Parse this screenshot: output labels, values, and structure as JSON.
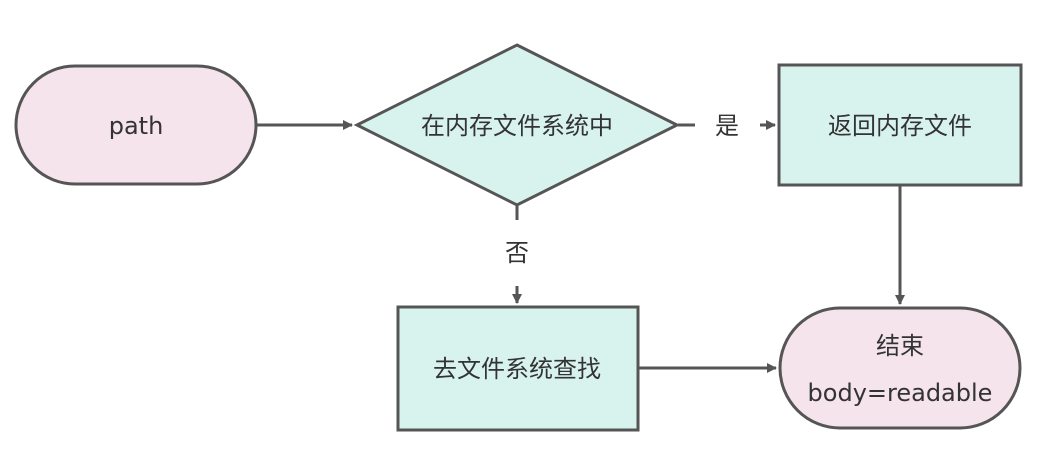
{
  "nodes": {
    "start": {
      "label": "path"
    },
    "decision": {
      "label": "在内存文件系统中"
    },
    "return_mem": {
      "label": "返回内存文件"
    },
    "search_fs": {
      "label": "去文件系统查找"
    },
    "end": {
      "line1": "结束",
      "line2": "body=readable"
    }
  },
  "edges": {
    "yes_label": "是",
    "no_label": "否"
  },
  "colors": {
    "terminal_fill": "#f5e4ec",
    "process_fill": "#d8f3ee",
    "stroke": "#555555",
    "text": "#333333"
  }
}
